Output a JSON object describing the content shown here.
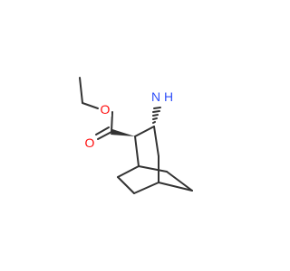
{
  "molecule": {
    "atoms": {
      "oxygen_ester": "O",
      "oxygen_carbonyl": "O",
      "amine_N": "N",
      "amine_H": "H"
    },
    "colors": {
      "bond": "#333333",
      "oxygen": "#ff0d0d",
      "nitrogen": "#3050f8",
      "background": "#ffffff"
    }
  }
}
